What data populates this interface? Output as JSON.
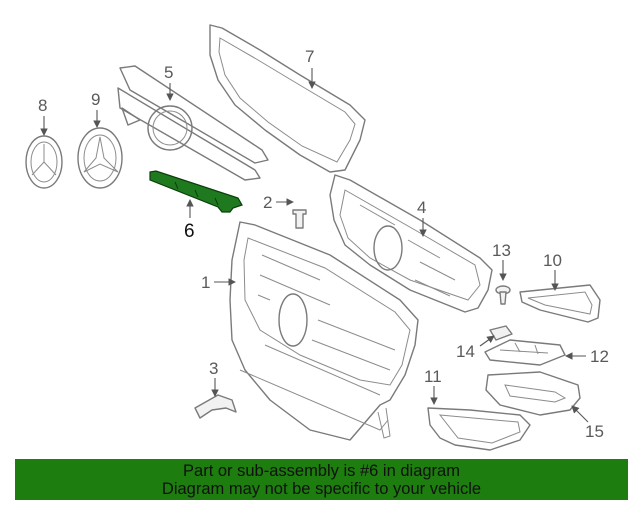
{
  "callouts": {
    "c1": "1",
    "c2": "2",
    "c3": "3",
    "c4": "4",
    "c5": "5",
    "c6": "6",
    "c7": "7",
    "c8": "8",
    "c9": "9",
    "c10": "10",
    "c11": "11",
    "c12": "12",
    "c13": "13",
    "c14": "14",
    "c15": "15"
  },
  "highlight_color": "#1f7a1f",
  "banner": {
    "line1": "Part or sub-assembly is #6 in diagram",
    "line2": "Diagram may not be specific to your vehicle",
    "color": "#1d7d0e"
  }
}
